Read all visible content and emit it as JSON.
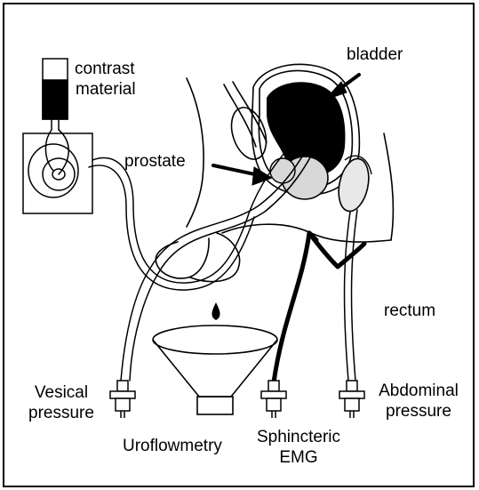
{
  "labels": {
    "contrast_line1": "contrast",
    "contrast_line2": "material",
    "bladder": "bladder",
    "prostate": "prostate",
    "rectum": "rectum",
    "vesical_line1": "Vesical",
    "vesical_line2": "pressure",
    "uroflowmetry": "Uroflowmetry",
    "sphincteric_line1": "Sphincteric",
    "sphincteric_line2": "EMG",
    "abdominal_line1": "Abdominal",
    "abdominal_line2": "pressure"
  },
  "colors": {
    "ink": "#000000",
    "prostate_fill": "#d8d8d8",
    "bladder_fill": "#000000",
    "background": "#ffffff"
  }
}
